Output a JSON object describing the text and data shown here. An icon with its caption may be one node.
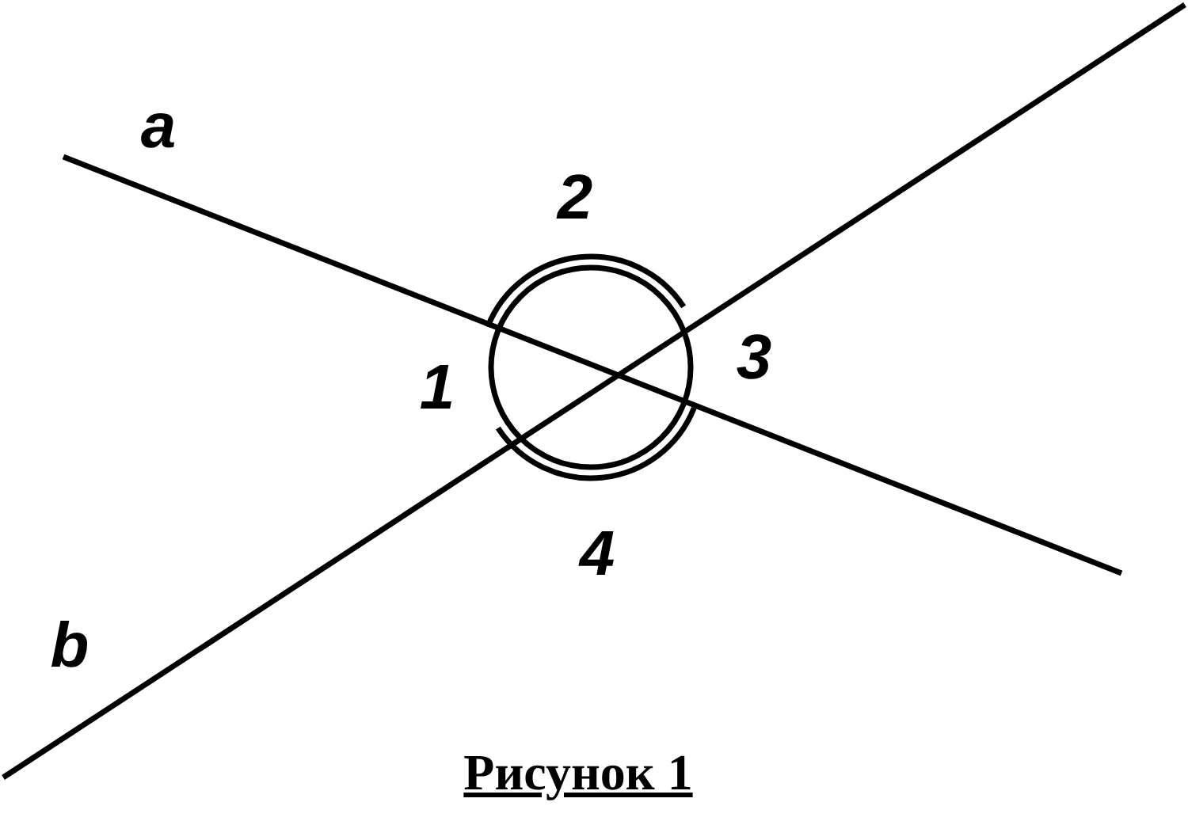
{
  "diagram": {
    "caption": "Рисунок 1",
    "labels": [
      "a",
      "2",
      "1",
      "3",
      "4",
      "b"
    ]
  }
}
